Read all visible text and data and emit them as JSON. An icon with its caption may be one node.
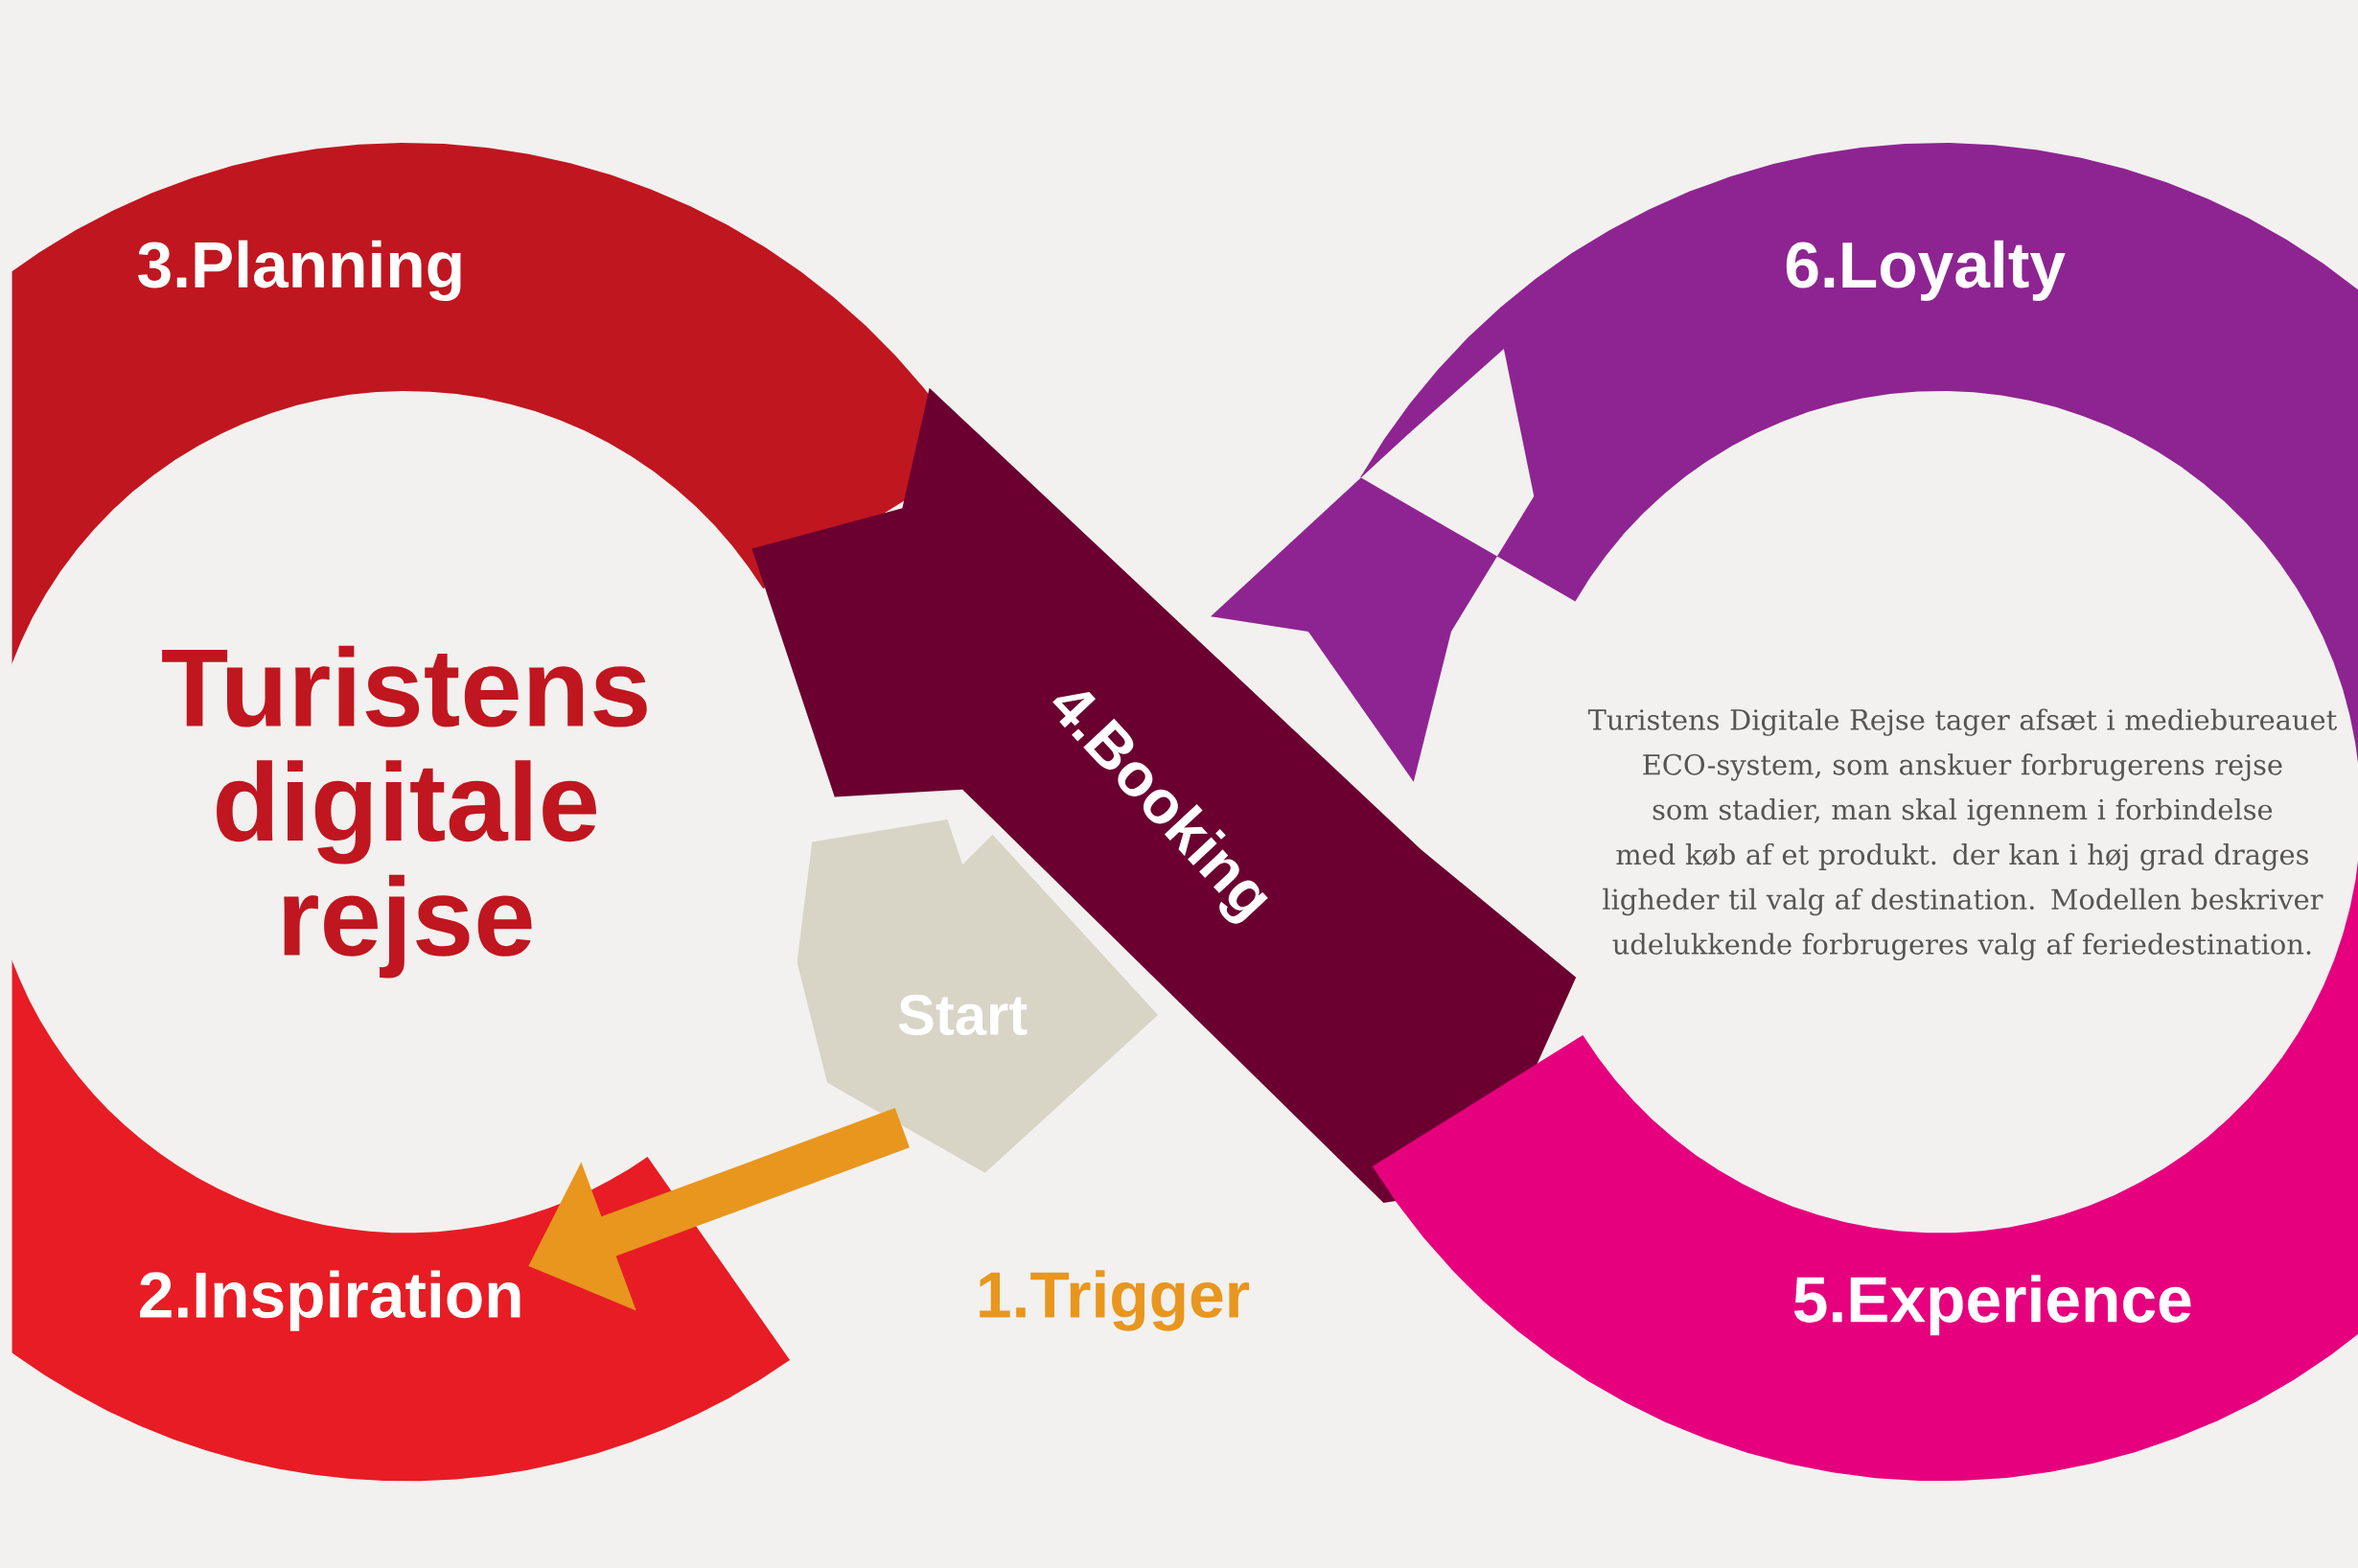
{
  "diagram": {
    "title": "Turistens digitale rejse",
    "nodes": [
      {
        "text": [
          "Start"
        ]
      },
      {
        "text": [
          "2.Inspiration"
        ]
      },
      {
        "text": [
          "3.Planning"
        ]
      },
      {
        "text": [
          "4.Booking"
        ]
      },
      {
        "text": [
          "5.Experience"
        ]
      },
      {
        "text": [
          "6.Loyalty"
        ]
      }
    ],
    "edges": [
      {
        "from": 0,
        "to": 1,
        "arrow": "to",
        "label": "1.Trigger",
        "color": "#e8961e"
      }
    ],
    "labels": [
      "Turistens Digitale Rejse tager afsæt i mediebureauet ECO-system, som anskuer forbrugerens rejse som stadier, man skal igennem i forbindelse med køb af et produkt. der kan i høj grad drages ligheder til valg af destination. Modellen beskriver udelukkende forbrugeres valg af feriedestination."
    ]
  }
}
